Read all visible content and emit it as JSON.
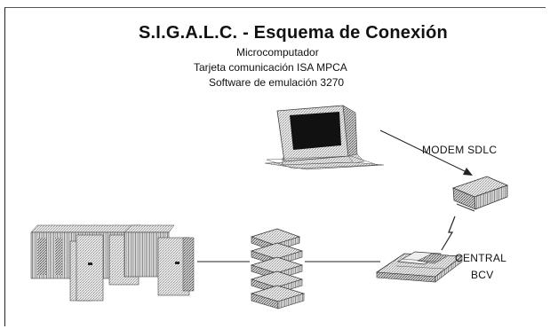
{
  "diagram": {
    "title": "S.I.G.A.L.C. - Esquema de Conexión",
    "subtitle_lines": [
      "Microcomputador",
      "Tarjeta comunicación ISA MPCA",
      "Software de emulación 3270"
    ],
    "labels": {
      "modem": "MODEM  SDLC",
      "central_line1": "CENTRAL",
      "central_line2": "BCV"
    },
    "nodes": [
      {
        "id": "microcomputer",
        "icon": "computer-icon"
      },
      {
        "id": "modem-sdlc",
        "icon": "modem-icon"
      },
      {
        "id": "mainframe",
        "icon": "mainframe-icon"
      },
      {
        "id": "modem-stack",
        "icon": "modem-stack-icon"
      },
      {
        "id": "central-bcv",
        "icon": "telephone-icon"
      }
    ],
    "connections": [
      {
        "from": "microcomputer",
        "to": "modem-sdlc",
        "style": "arrow"
      },
      {
        "from": "modem-sdlc",
        "to": "central-bcv",
        "style": "lightning"
      },
      {
        "from": "mainframe",
        "to": "modem-stack",
        "style": "line"
      },
      {
        "from": "modem-stack",
        "to": "central-bcv",
        "style": "line"
      }
    ]
  }
}
